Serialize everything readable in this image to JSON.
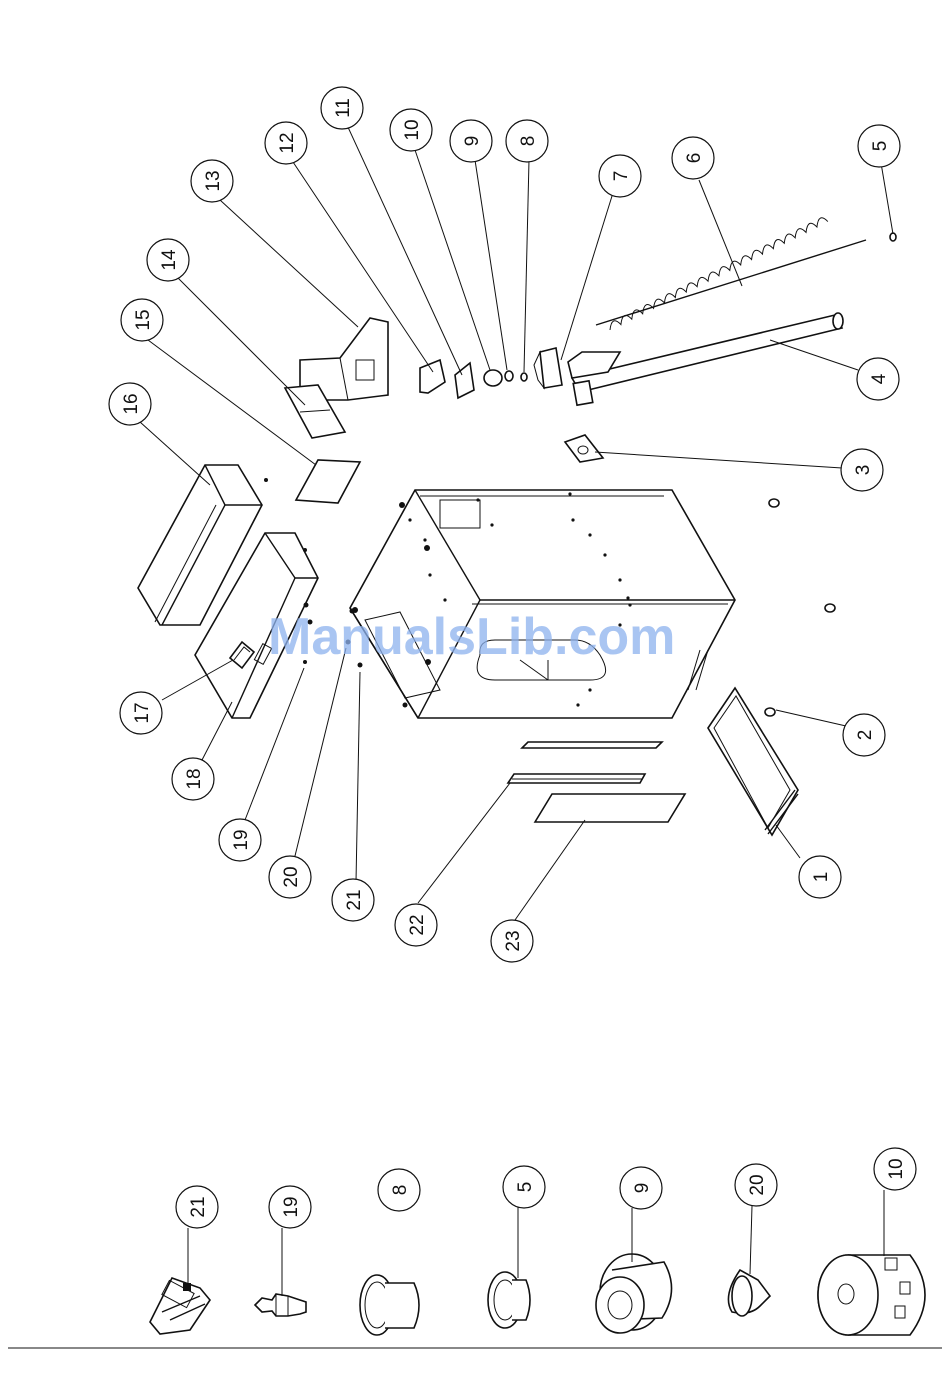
{
  "watermark": "ManualsLib.com",
  "callouts": [
    {
      "id": "c1",
      "label": "1"
    },
    {
      "id": "c2",
      "label": "2"
    },
    {
      "id": "c3",
      "label": "3"
    },
    {
      "id": "c4",
      "label": "4"
    },
    {
      "id": "c5",
      "label": "5"
    },
    {
      "id": "c6",
      "label": "6"
    },
    {
      "id": "c7",
      "label": "7"
    },
    {
      "id": "c8",
      "label": "8"
    },
    {
      "id": "c9",
      "label": "9"
    },
    {
      "id": "c10",
      "label": "10"
    },
    {
      "id": "c11",
      "label": "11"
    },
    {
      "id": "c12",
      "label": "12"
    },
    {
      "id": "c13",
      "label": "13"
    },
    {
      "id": "c14",
      "label": "14"
    },
    {
      "id": "c15",
      "label": "15"
    },
    {
      "id": "c16",
      "label": "16"
    },
    {
      "id": "c17",
      "label": "17"
    },
    {
      "id": "c18",
      "label": "18"
    },
    {
      "id": "c19",
      "label": "19"
    },
    {
      "id": "c20",
      "label": "20"
    },
    {
      "id": "c21",
      "label": "21"
    },
    {
      "id": "c22",
      "label": "22"
    },
    {
      "id": "c23",
      "label": "23"
    }
  ],
  "detail_callouts": [
    {
      "id": "d21",
      "label": "21"
    },
    {
      "id": "d19",
      "label": "19"
    },
    {
      "id": "d8",
      "label": "8"
    },
    {
      "id": "d5",
      "label": "5"
    },
    {
      "id": "d9",
      "label": "9"
    },
    {
      "id": "d20",
      "label": "20"
    },
    {
      "id": "d10",
      "label": "10"
    }
  ]
}
